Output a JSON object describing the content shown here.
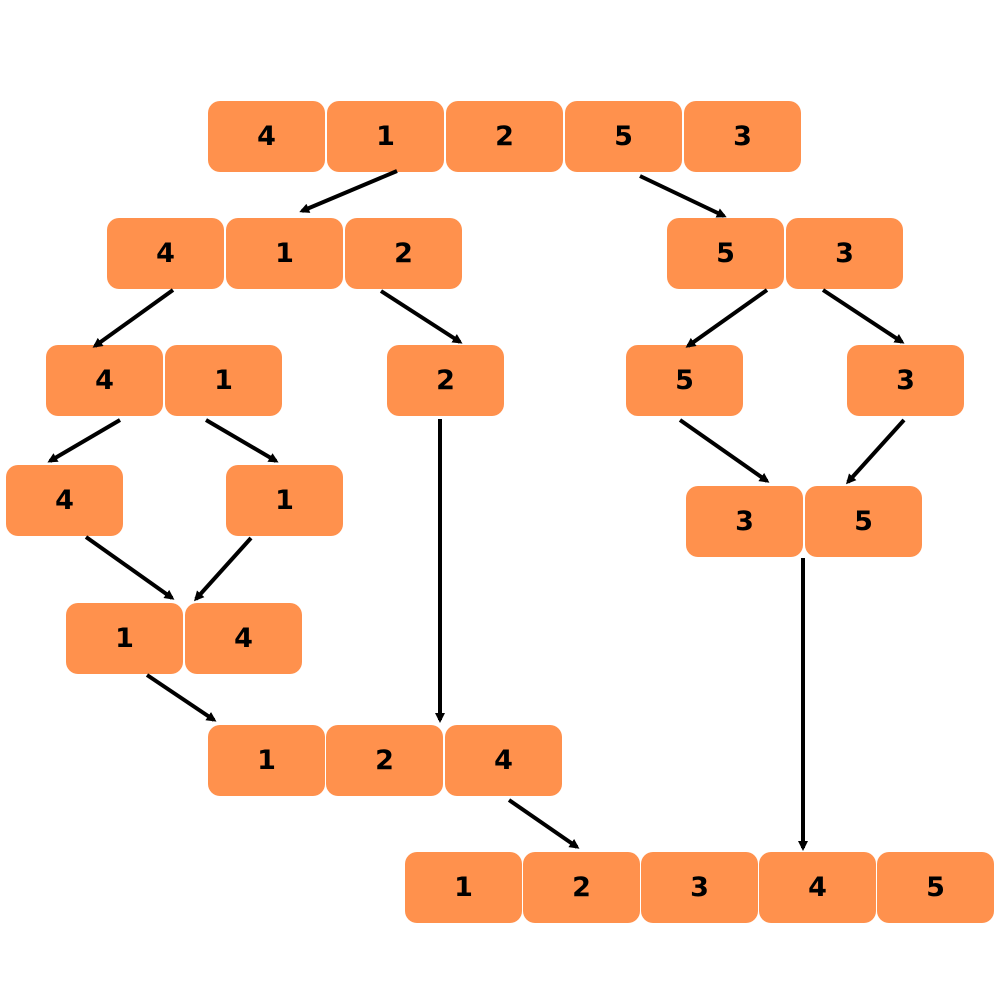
{
  "colors": {
    "cell": "#ff914d",
    "ink": "#000000",
    "background": "#ffffff"
  },
  "diagram": {
    "type": "merge-sort-tree",
    "root": [
      "4",
      "1",
      "2",
      "5",
      "3"
    ],
    "split_left": [
      "4",
      "1",
      "2"
    ],
    "split_right": [
      "5",
      "3"
    ],
    "split_left_left": [
      "4",
      "1"
    ],
    "split_left_right": [
      "2"
    ],
    "split_right_left": [
      "5"
    ],
    "split_right_right": [
      "3"
    ],
    "leaf_4": [
      "4"
    ],
    "leaf_1": [
      "1"
    ],
    "merged_1_4": [
      "1",
      "4"
    ],
    "merged_3_5": [
      "3",
      "5"
    ],
    "merged_1_2_4": [
      "1",
      "2",
      "4"
    ],
    "result": [
      "1",
      "2",
      "3",
      "4",
      "5"
    ]
  }
}
